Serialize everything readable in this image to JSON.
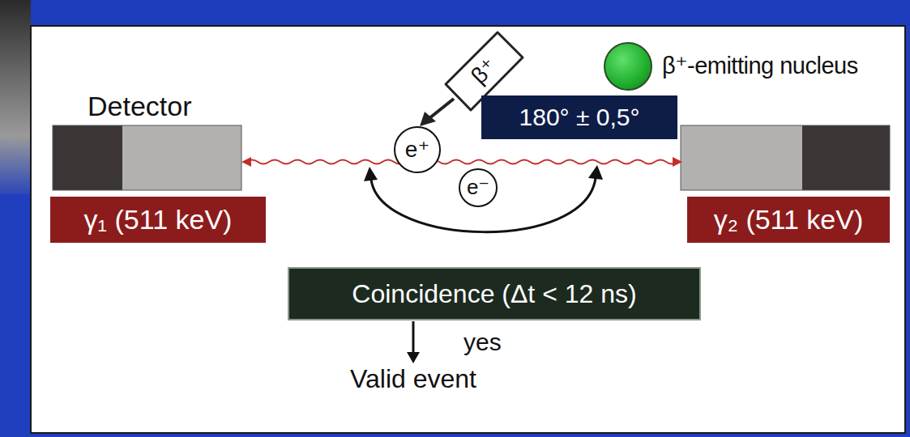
{
  "diagram": {
    "nodes": [
      {
        "text": [
          "β⁺-emitting nucleus"
        ]
      },
      {
        "text": [
          "180° ± 0,5°"
        ]
      },
      {
        "text": [
          "e⁺"
        ]
      },
      {
        "text": [
          "e⁻"
        ]
      },
      {
        "text": [
          "γ₁ (511 keV)"
        ]
      },
      {
        "text": [
          "γ₂ (511 keV)"
        ]
      },
      {
        "text": [
          "Coincidence (Δt < 12 ns)"
        ]
      },
      {
        "text": [
          "Valid event"
        ]
      }
    ],
    "edges": [
      {
        "from": 6,
        "to": 7,
        "label": "yes",
        "arrow": "to"
      }
    ],
    "labels": [
      "Detector",
      "β⁺"
    ]
  }
}
